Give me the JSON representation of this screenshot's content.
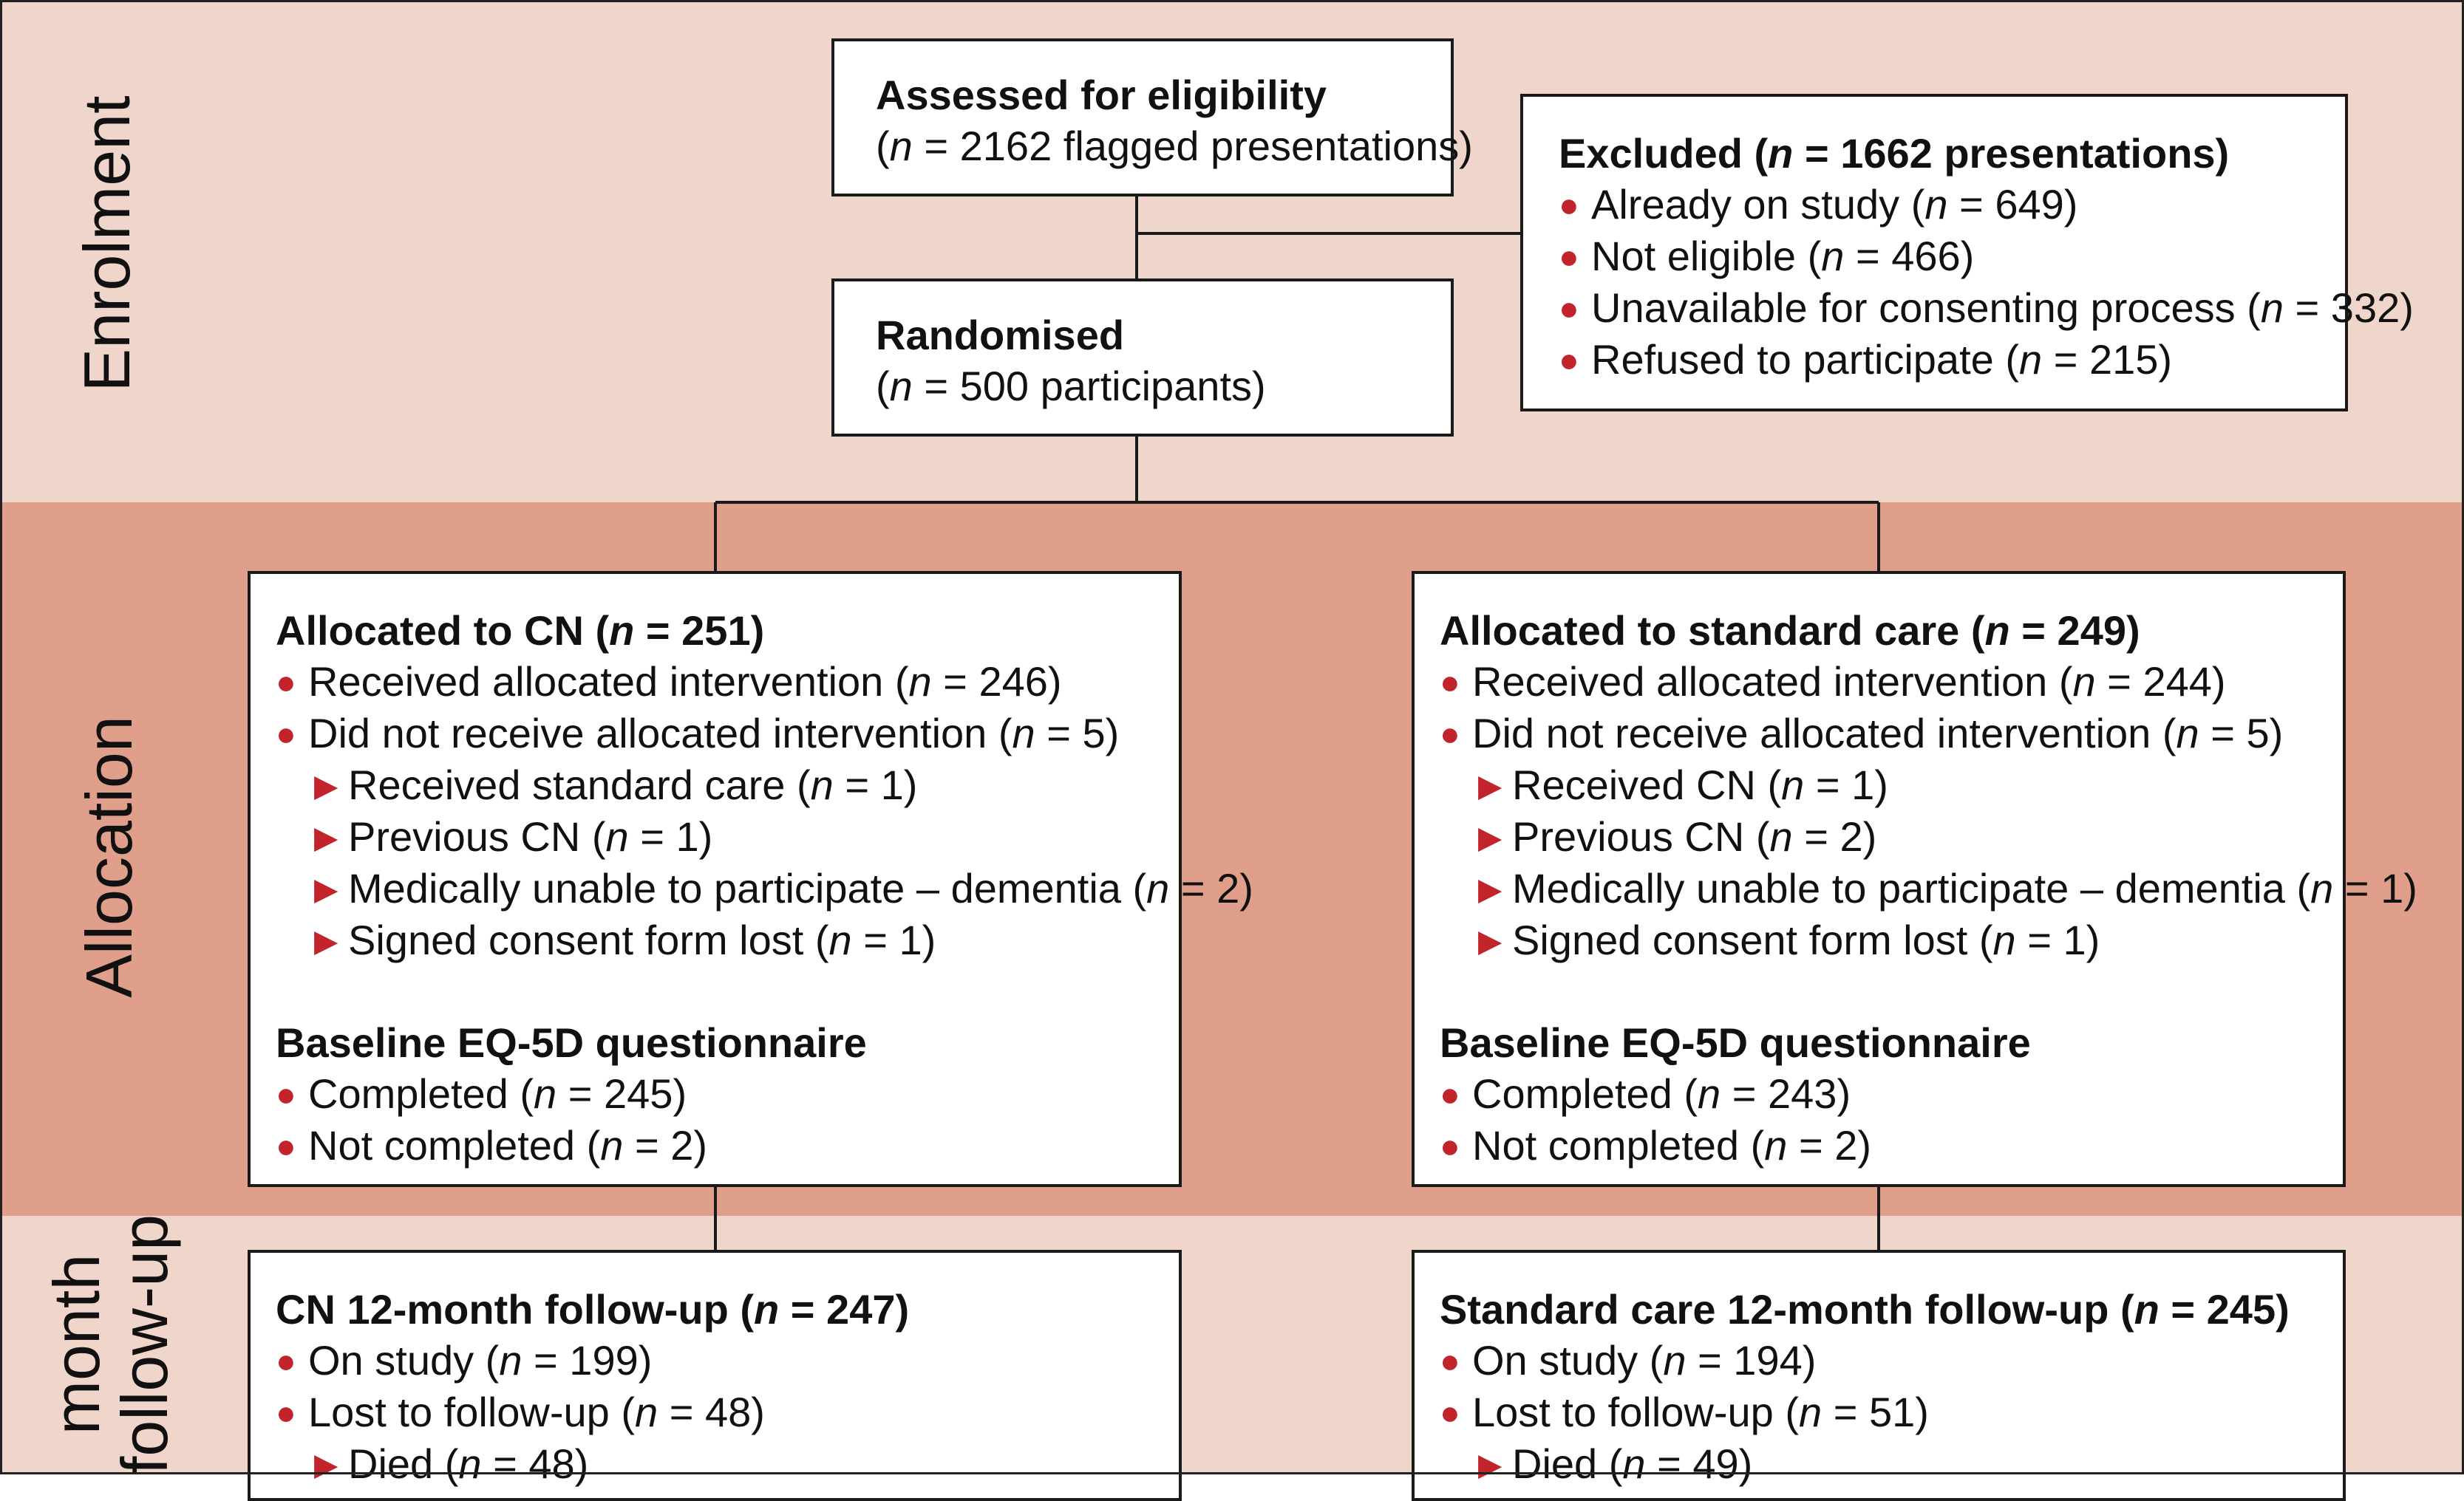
{
  "colors": {
    "band_light": "#efd5ca",
    "band_dark": "#e09f8b",
    "bullet": "#c2242b"
  },
  "phases": {
    "enrolment": "Enrolment",
    "allocation": "Allocation",
    "followup_line1": "month",
    "followup_line2": "follow-up"
  },
  "assessed": {
    "title": "Assessed for eligibility",
    "n_open": "(",
    "n": "n",
    "rest": " = 2162 flagged presentations)"
  },
  "randomised": {
    "title": "Randomised",
    "n_open": "(",
    "n": "n",
    "rest": " = 500 participants)"
  },
  "excluded": {
    "title": "Excluded (",
    "n": "n",
    "title_rest": " = 1662 presentations)",
    "items": [
      {
        "label": "Already on study (",
        "n": "n",
        "rest": " = 649)"
      },
      {
        "label": "Not eligible (",
        "n": "n",
        "rest": " = 466)"
      },
      {
        "label": "Unavailable for consenting process (",
        "n": "n",
        "rest": " = 332)"
      },
      {
        "label": "Refused to participate (",
        "n": "n",
        "rest": " = 215)"
      }
    ]
  },
  "alloc_cn": {
    "title": "Allocated to CN (",
    "n": "n",
    "title_rest": " = 251)",
    "items": [
      {
        "label": "Received allocated intervention (",
        "n": "n",
        "rest": " = 246)"
      },
      {
        "label": "Did not receive allocated intervention (",
        "n": "n",
        "rest": " = 5)"
      }
    ],
    "subitems": [
      {
        "label": "Received standard care (",
        "n": "n",
        "rest": " = 1)"
      },
      {
        "label": "Previous CN (",
        "n": "n",
        "rest": " = 1)"
      },
      {
        "label": "Medically unable to participate – dementia (",
        "n": "n",
        "rest": " = 2)"
      },
      {
        "label": "Signed consent form lost (",
        "n": "n",
        "rest": " = 1)"
      }
    ],
    "baseline_title": "Baseline EQ-5D questionnaire",
    "baseline_items": [
      {
        "label": "Completed (",
        "n": "n",
        "rest": " = 245)"
      },
      {
        "label": "Not completed (",
        "n": "n",
        "rest": " = 2)"
      }
    ]
  },
  "alloc_sc": {
    "title": "Allocated to standard care (",
    "n": "n",
    "title_rest": " = 249)",
    "items": [
      {
        "label": "Received allocated intervention (",
        "n": "n",
        "rest": " = 244)"
      },
      {
        "label": "Did not receive allocated intervention (",
        "n": "n",
        "rest": " = 5)"
      }
    ],
    "subitems": [
      {
        "label": "Received CN (",
        "n": "n",
        "rest": " = 1)"
      },
      {
        "label": "Previous CN (",
        "n": "n",
        "rest": " = 2)"
      },
      {
        "label": "Medically unable to participate – dementia (",
        "n": "n",
        "rest": " = 1)"
      },
      {
        "label": "Signed consent form lost (",
        "n": "n",
        "rest": " = 1)"
      }
    ],
    "baseline_title": "Baseline EQ-5D questionnaire",
    "baseline_items": [
      {
        "label": "Completed (",
        "n": "n",
        "rest": " = 243)"
      },
      {
        "label": "Not completed (",
        "n": "n",
        "rest": " = 2)"
      }
    ]
  },
  "follow_cn": {
    "title": "CN 12-month follow-up (",
    "n": "n",
    "title_rest": " = 247)",
    "items": [
      {
        "label": "On study (",
        "n": "n",
        "rest": " = 199)"
      },
      {
        "label": "Lost to follow-up (",
        "n": "n",
        "rest": " = 48)"
      }
    ],
    "subitems": [
      {
        "label": "Died (",
        "n": "n",
        "rest": " = 48)"
      }
    ]
  },
  "follow_sc": {
    "title": "Standard care 12-month follow-up (",
    "n": "n",
    "title_rest": " = 245)",
    "items": [
      {
        "label": "On study (",
        "n": "n",
        "rest": " = 194)"
      },
      {
        "label": "Lost to follow-up (",
        "n": "n",
        "rest": " = 51)"
      }
    ],
    "subitems": [
      {
        "label": "Died (",
        "n": "n",
        "rest": " = 49)"
      }
    ]
  },
  "bullet_glyph": "●",
  "arrow_glyph": "▶"
}
